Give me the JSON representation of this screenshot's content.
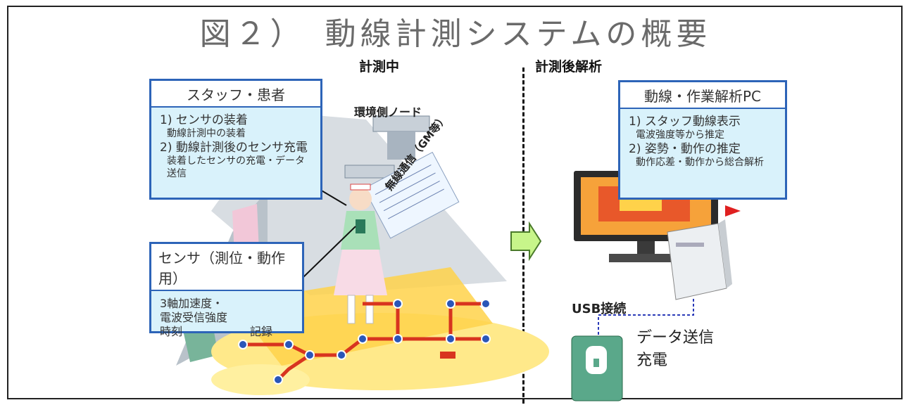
{
  "title": "図２）　動線計測システムの概要",
  "phases": {
    "during": "計測中",
    "after": "計測後解析"
  },
  "staff_box": {
    "heading": "スタッフ・患者",
    "lines": [
      {
        "text": "1) センサの装着",
        "level": 1
      },
      {
        "text": "動線計測中の装着",
        "level": 2
      },
      {
        "text": "2) 動線計測後のセンサ充電",
        "level": 1
      },
      {
        "text": "装着したセンサの充電・データ",
        "level": 2
      },
      {
        "text": "送信",
        "level": 2
      }
    ]
  },
  "sensor_box": {
    "heading": "センサ（測位・動作用）",
    "lines": [
      {
        "text": "3軸加速度・"
      },
      {
        "text": "電波受信強度"
      },
      {
        "text": "時刻　　　　　　記録"
      }
    ]
  },
  "pc_box": {
    "heading": "動線・作業解析PC",
    "lines": [
      {
        "text": "1) スタッフ動線表示",
        "level": 1
      },
      {
        "text": "電波強度等から推定",
        "level": 2
      },
      {
        "text": "2) 姿勢・動作の推定",
        "level": 1
      },
      {
        "text": "動作応差・動作から総合解析",
        "level": 2
      }
    ]
  },
  "labels": {
    "environment_node": "環境側ノード",
    "wireless": "無線通信（GM等）",
    "usb": "USB接続",
    "charge_line1": "データ送信",
    "charge_line2": "充電"
  },
  "colors": {
    "box_border": "#2d64b8",
    "box_fill": "#d9f2fb",
    "floor_yellow": "#ffe98a",
    "path_red": "#d8341f",
    "node_blue": "#2a56b8",
    "arrow_green": "#c7f58a",
    "charger_green": "#5aa88a"
  },
  "icons": [
    "ceiling-node-icon",
    "nurse-figure-icon",
    "monitor-icon",
    "pc-tower-icon",
    "charger-icon",
    "transfer-arrow-icon"
  ]
}
